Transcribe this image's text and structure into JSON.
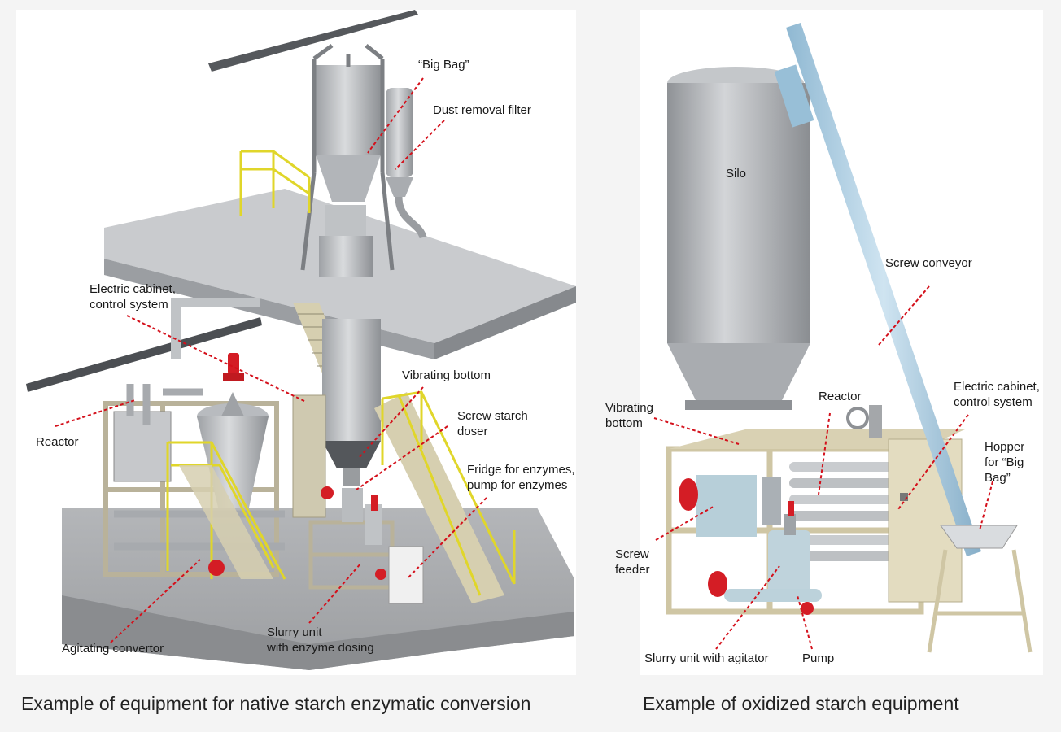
{
  "left": {
    "caption": "Example of equipment for native starch enzymatic conversion",
    "labels": {
      "big_bag": "“Big Bag”",
      "dust_filter": "Dust removal filter",
      "electric_cabinet": "Electric cabinet,\ncontrol system",
      "reactor": "Reactor",
      "vibrating_bottom": "Vibrating bottom",
      "screw_doser": "Screw starch\ndoser",
      "fridge": "Fridge for enzymes,\npump for enzymes",
      "agitating_convertor": "Agitating convertor",
      "slurry_unit": "Slurry unit\nwith enzyme dosing"
    }
  },
  "right": {
    "caption": "Example of oxidized starch equipment",
    "labels": {
      "silo": "Silo",
      "screw_conveyor": "Screw conveyor",
      "reactor": "Reactor",
      "electric_cabinet": "Electric cabinet,\ncontrol system",
      "vibrating_bottom": "Vibrating\nbottom",
      "hopper": "Hopper\nfor “Big Bag”",
      "screw_feeder": "Screw\nfeeder",
      "slurry_agitator": "Slurry unit with agitator",
      "pump": "Pump"
    }
  },
  "colors": {
    "leader": "#d4101b",
    "steel": "#b9bcc0",
    "frame": "#d8cfae",
    "rail": "#e8e030",
    "conveyor": "#a9cde3",
    "motor": "#d41d25",
    "floor": "#a6a8ab"
  }
}
